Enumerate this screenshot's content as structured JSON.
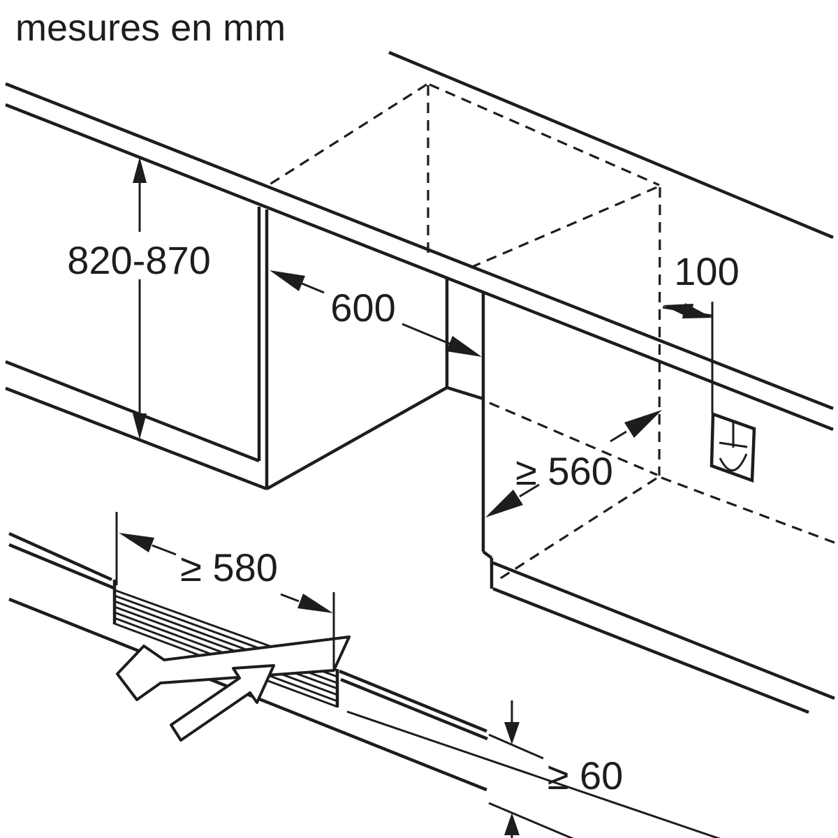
{
  "title": "mesures en mm",
  "colors": {
    "background": "#ffffff",
    "line": "#1d1d1b"
  },
  "diagram": {
    "type": "appliance-installation-drawing",
    "dimensions": {
      "niche_height": "820-870",
      "niche_width": "600",
      "socket_offset": "100",
      "niche_depth": "≥ 560",
      "plinth_cutout_width": "≥ 580",
      "plinth_clearance_height": "≥ 60"
    },
    "icons": [
      "electrical-socket-icon",
      "plinth-remove-arrow",
      "plinth-insert-arrow"
    ]
  }
}
